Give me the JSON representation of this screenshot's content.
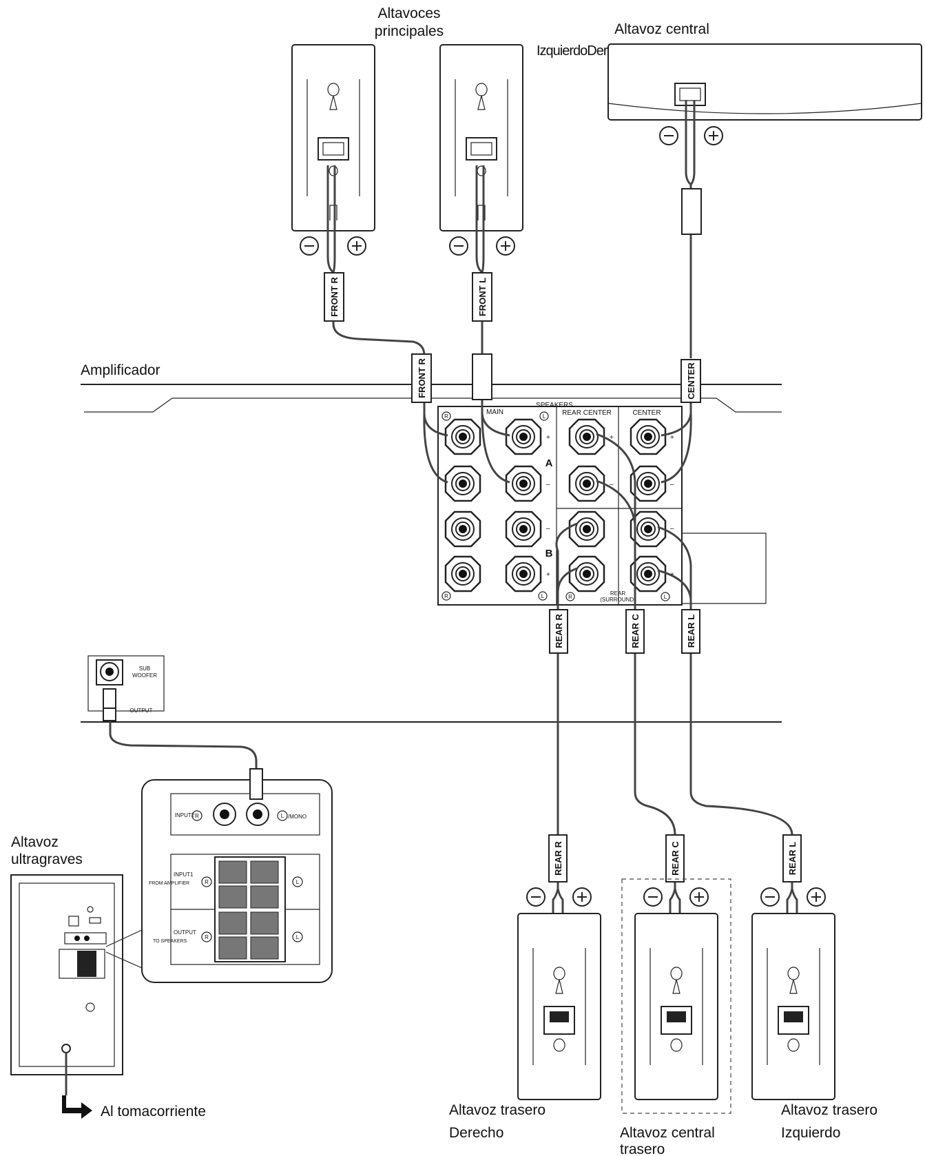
{
  "labels": {
    "main_speakers": [
      "Altavoces",
      "principales"
    ],
    "left_right": "IzquierdoDerecho",
    "center_speaker": "Altavoz central",
    "amplifier": "Amplificador",
    "subwoofer_title": [
      "Altavoz",
      "ultragraves"
    ],
    "outlet": "Al tomacorriente",
    "rear_right": [
      "Altavoz trasero",
      "Derecho"
    ],
    "rear_center": [
      "Altavoz central",
      "trasero"
    ],
    "rear_left": [
      "Altavoz trasero",
      "Izquierdo"
    ]
  },
  "cable_tags": {
    "front_r": "FRONT R",
    "front_l": "FRONT L",
    "center": "CENTER",
    "rear_r": "REAR R",
    "rear_c": "REAR C",
    "rear_l": "REAR L"
  },
  "panel": {
    "speakers": "SPEAKERS",
    "main": "MAIN",
    "rear_center": "REAR CENTER",
    "center": "CENTER",
    "group_a": "A",
    "group_b": "B",
    "rear_surround": [
      "REAR",
      "(SURROUND)"
    ],
    "r": "R",
    "l": "L"
  },
  "sub_output": {
    "title": [
      "SUB",
      "WOOFER"
    ],
    "output": "OUTPUT"
  },
  "sub_panel": {
    "input2": "INPUT2",
    "mono": "/MONO",
    "input1": [
      "INPUT1",
      "FROM AMPLIFIER"
    ],
    "output": [
      "OUTPUT",
      "TO SPEAKERS"
    ]
  }
}
